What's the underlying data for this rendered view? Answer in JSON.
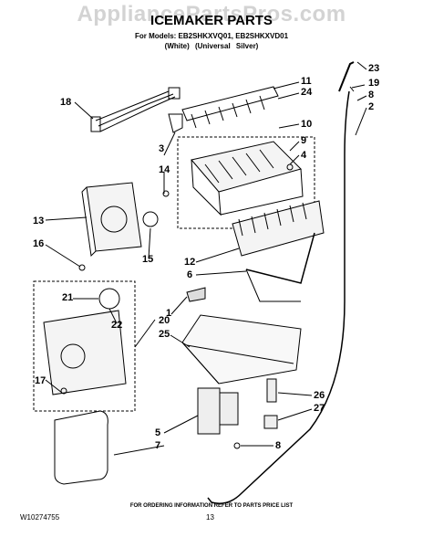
{
  "watermark": "AppliancePartsPros.com",
  "title": "ICEMAKER PARTS",
  "models_line": "For Models: EB2SHKXVQ01, EB2SHKXVD01",
  "variants_line": "(White)      (Universal Silver)",
  "footer_note": "FOR ORDERING INFORMATION REFER TO PARTS PRICE LIST",
  "doc_number": "W10274755",
  "page_number": "13",
  "callouts": [
    "23",
    "19",
    "8",
    "2",
    "11",
    "24",
    "18",
    "10",
    "9",
    "4",
    "3",
    "14",
    "13",
    "15",
    "16",
    "12",
    "6",
    "1",
    "21",
    "22",
    "20",
    "25",
    "17",
    "26",
    "27",
    "5",
    "7",
    "8"
  ]
}
